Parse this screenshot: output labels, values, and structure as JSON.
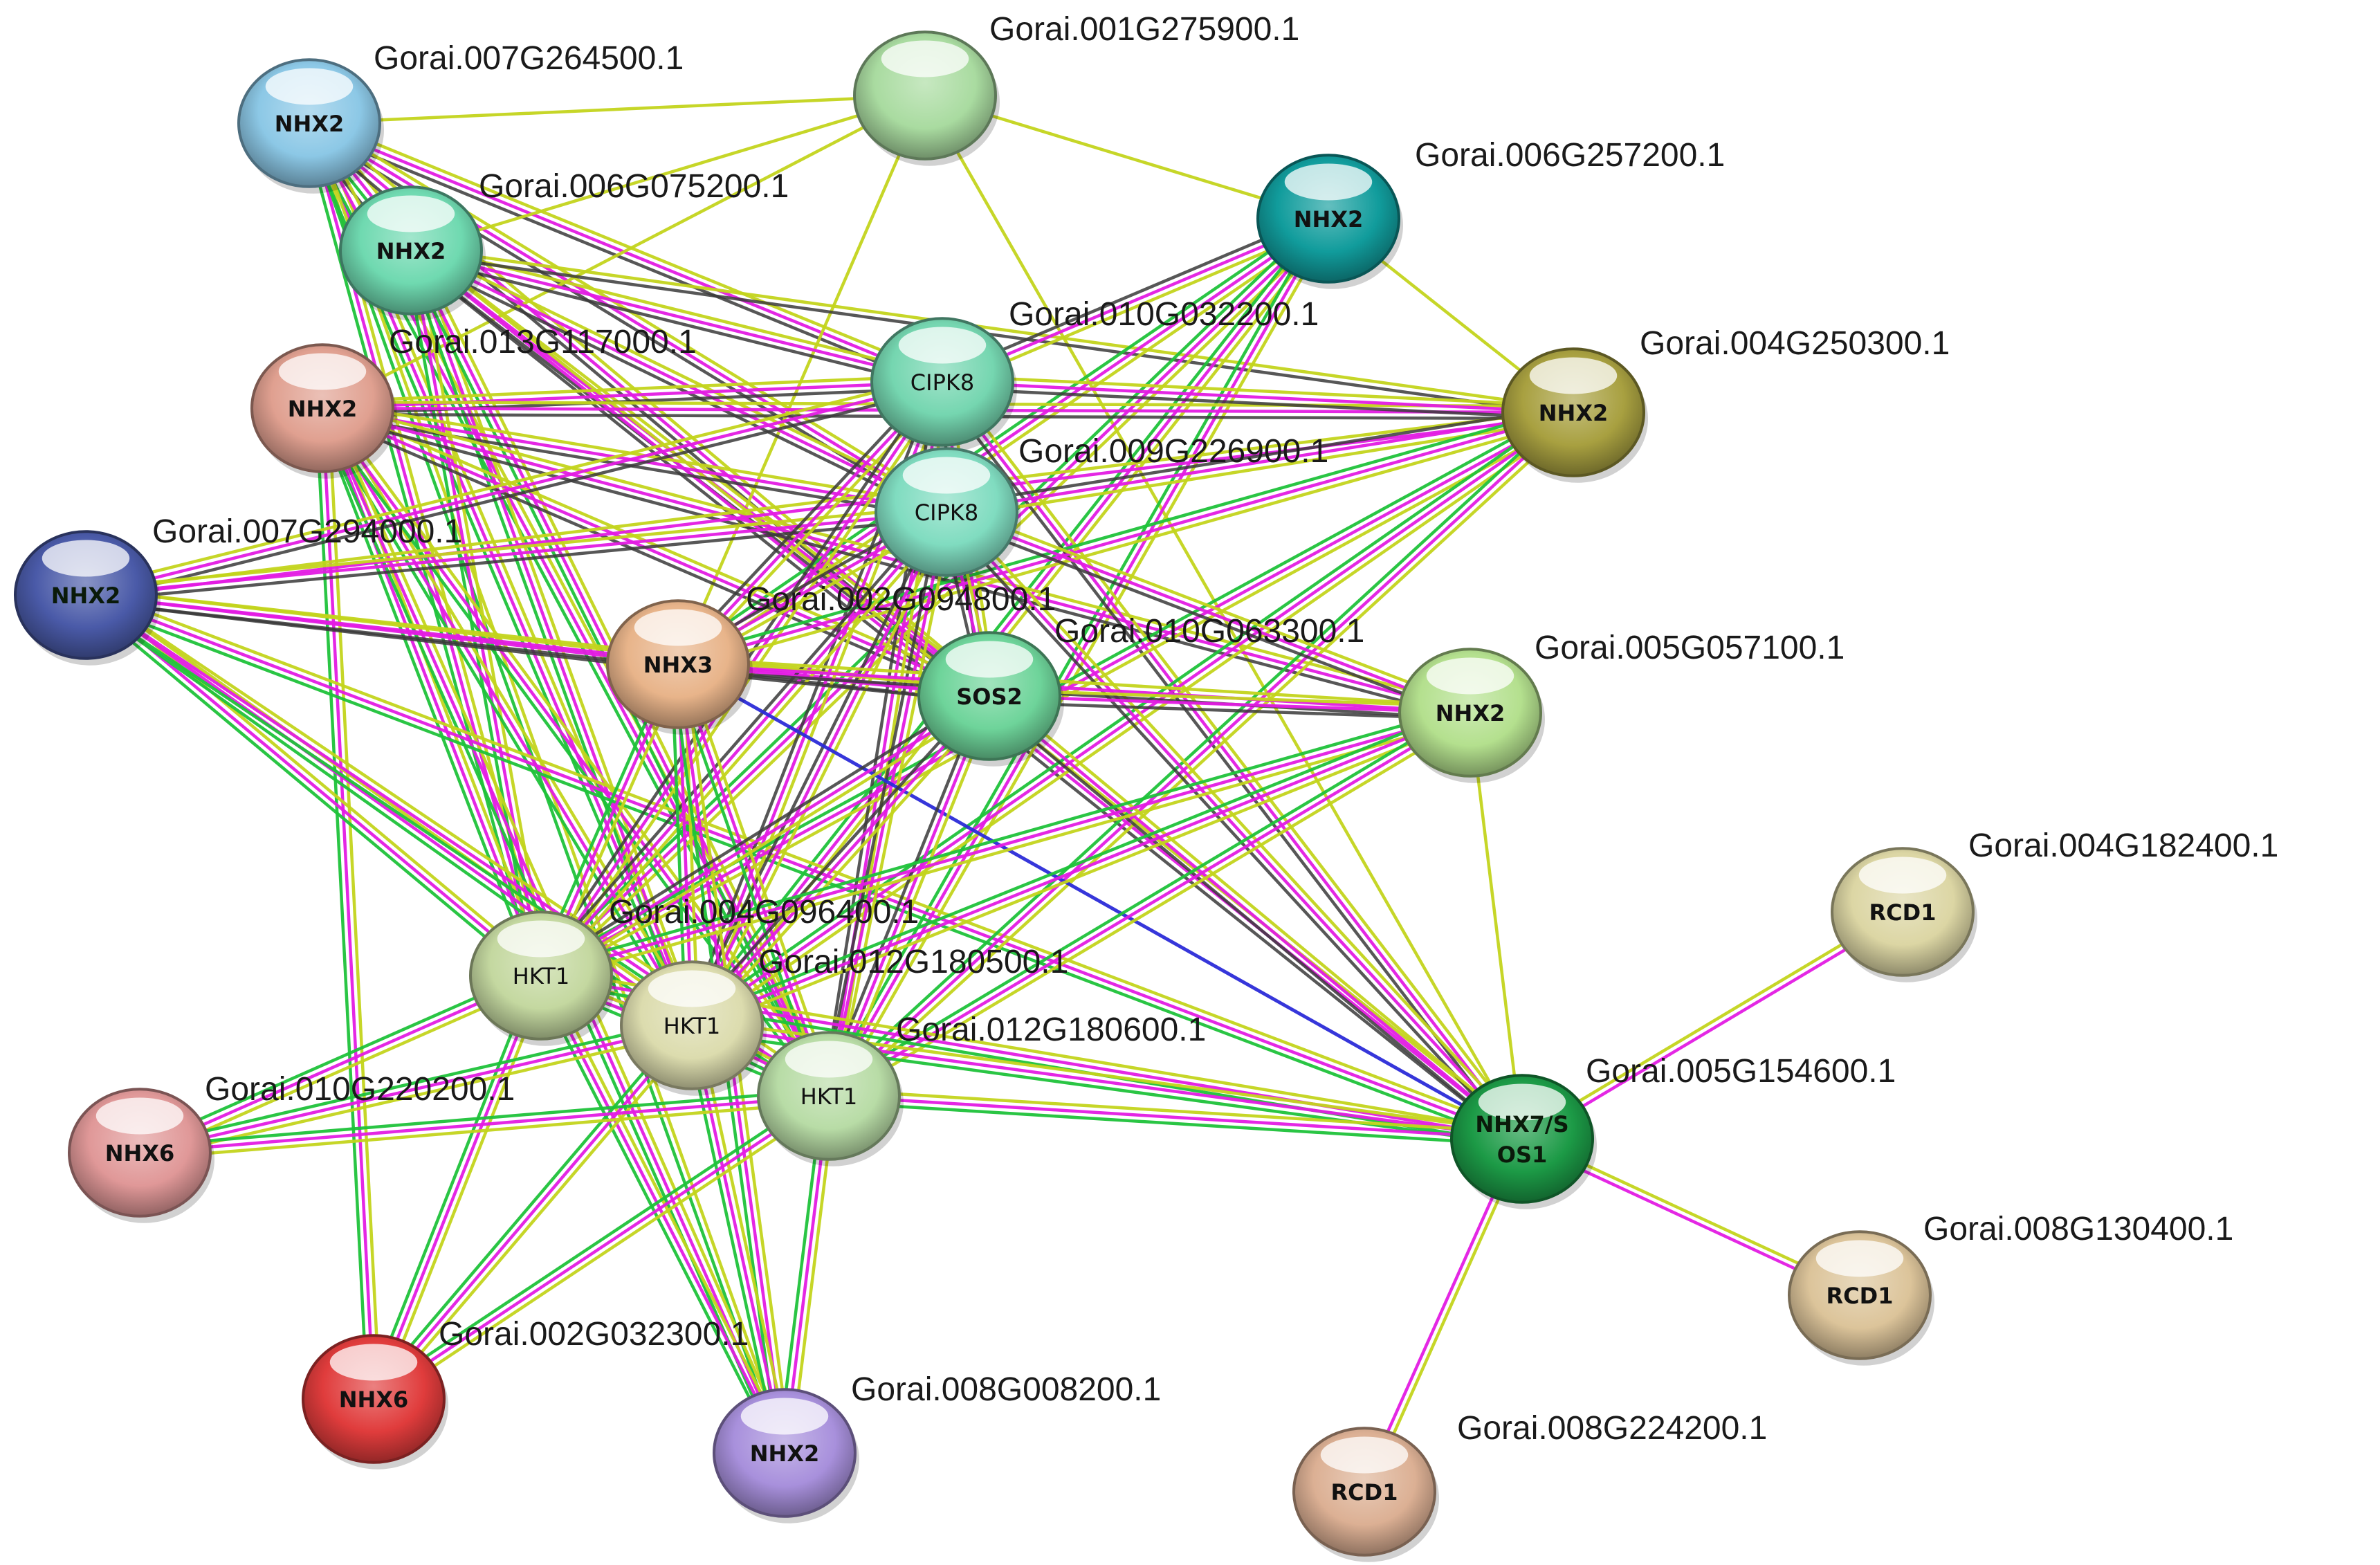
{
  "edge_colors": {
    "yellowgreen": "#c3d41c",
    "magenta": "#e31be3",
    "green": "#1fc23a",
    "dark": "#3a3a3a",
    "blue": "#2b2bd8"
  },
  "nodes": [
    {
      "id": "Gorai.007G264500.1",
      "label": "NHX2",
      "color": "#8cc8e6"
    },
    {
      "id": "Gorai.001G275900.1",
      "label": "",
      "color": "#a9dba0"
    },
    {
      "id": "Gorai.006G075200.1",
      "label": "NHX2",
      "color": "#6fd9b0"
    },
    {
      "id": "Gorai.006G257200.1",
      "label": "NHX2",
      "color": "#119c9c"
    },
    {
      "id": "Gorai.013G117000.1",
      "label": "NHX2",
      "color": "#e0a090"
    },
    {
      "id": "Gorai.010G032200.1",
      "label": "CIPK8",
      "color": "#75d6b0"
    },
    {
      "id": "Gorai.004G250300.1",
      "label": "NHX2",
      "color": "#a8a040"
    },
    {
      "id": "Gorai.009G226900.1",
      "label": "CIPK8",
      "color": "#80dcc0"
    },
    {
      "id": "Gorai.007G294000.1",
      "label": "NHX2",
      "color": "#4a5aa8"
    },
    {
      "id": "Gorai.002G094800.1",
      "label": "NHX3",
      "color": "#e8b48a"
    },
    {
      "id": "Gorai.010G063300.1",
      "label": "SOS2",
      "color": "#6ed49a"
    },
    {
      "id": "Gorai.005G057100.1",
      "label": "NHX2",
      "color": "#b4e08e"
    },
    {
      "id": "Gorai.004G182400.1",
      "label": "RCD1",
      "color": "#dcd6a4"
    },
    {
      "id": "Gorai.004G096400.1",
      "label": "HKT1",
      "color": "#c4d8a0"
    },
    {
      "id": "Gorai.012G180500.1",
      "label": "HKT1",
      "color": "#dcdcae"
    },
    {
      "id": "Gorai.012G180600.1",
      "label": "HKT1",
      "color": "#b8dca6"
    },
    {
      "id": "Gorai.005G154600.1",
      "label": "NHX7/SOS1",
      "label_lines": [
        "NHX7/S",
        "OS1"
      ],
      "color": "#1c9a46"
    },
    {
      "id": "Gorai.010G220200.1",
      "label": "NHX6",
      "color": "#e09898"
    },
    {
      "id": "Gorai.008G130400.1",
      "label": "RCD1",
      "color": "#dcc49a"
    },
    {
      "id": "Gorai.002G032300.1",
      "label": "NHX6",
      "color": "#e03c3c"
    },
    {
      "id": "Gorai.008G008200.1",
      "label": "NHX2",
      "color": "#a890dc"
    },
    {
      "id": "Gorai.008G224200.1",
      "label": "RCD1",
      "color": "#dcb094"
    }
  ],
  "edges": [
    [
      "Gorai.007G264500.1",
      "Gorai.001G275900.1",
      [
        "yellowgreen"
      ]
    ],
    [
      "Gorai.007G264500.1",
      "Gorai.006G075200.1",
      [
        "yellowgreen",
        "magenta",
        "green",
        "dark"
      ]
    ],
    [
      "Gorai.007G264500.1",
      "Gorai.010G032200.1",
      [
        "yellowgreen",
        "magenta",
        "dark"
      ]
    ],
    [
      "Gorai.007G264500.1",
      "Gorai.009G226900.1",
      [
        "yellowgreen",
        "magenta",
        "dark"
      ]
    ],
    [
      "Gorai.007G264500.1",
      "Gorai.010G063300.1",
      [
        "yellowgreen",
        "magenta",
        "dark"
      ]
    ],
    [
      "Gorai.007G264500.1",
      "Gorai.004G096400.1",
      [
        "yellowgreen",
        "magenta",
        "green"
      ]
    ],
    [
      "Gorai.007G264500.1",
      "Gorai.012G180500.1",
      [
        "yellowgreen",
        "magenta",
        "green"
      ]
    ],
    [
      "Gorai.007G264500.1",
      "Gorai.012G180600.1",
      [
        "yellowgreen",
        "magenta",
        "green"
      ]
    ],
    [
      "Gorai.007G264500.1",
      "Gorai.008G008200.1",
      [
        "yellowgreen",
        "green"
      ]
    ],
    [
      "Gorai.001G275900.1",
      "Gorai.006G075200.1",
      [
        "yellowgreen"
      ]
    ],
    [
      "Gorai.001G275900.1",
      "Gorai.013G117000.1",
      [
        "yellowgreen"
      ]
    ],
    [
      "Gorai.001G275900.1",
      "Gorai.006G257200.1",
      [
        "yellowgreen"
      ]
    ],
    [
      "Gorai.001G275900.1",
      "Gorai.002G094800.1",
      [
        "yellowgreen"
      ]
    ],
    [
      "Gorai.001G275900.1",
      "Gorai.005G154600.1",
      [
        "yellowgreen"
      ]
    ],
    [
      "Gorai.006G075200.1",
      "Gorai.010G032200.1",
      [
        "yellowgreen",
        "magenta",
        "dark"
      ]
    ],
    [
      "Gorai.006G075200.1",
      "Gorai.009G226900.1",
      [
        "yellowgreen",
        "magenta",
        "dark"
      ]
    ],
    [
      "Gorai.006G075200.1",
      "Gorai.004G250300.1",
      [
        "yellowgreen",
        "dark"
      ]
    ],
    [
      "Gorai.006G075200.1",
      "Gorai.010G063300.1",
      [
        "yellowgreen",
        "magenta",
        "dark"
      ]
    ],
    [
      "Gorai.006G075200.1",
      "Gorai.004G096400.1",
      [
        "yellowgreen",
        "magenta",
        "green"
      ]
    ],
    [
      "Gorai.006G075200.1",
      "Gorai.012G180500.1",
      [
        "yellowgreen",
        "magenta",
        "green"
      ]
    ],
    [
      "Gorai.006G075200.1",
      "Gorai.012G180600.1",
      [
        "yellowgreen",
        "magenta",
        "green"
      ]
    ],
    [
      "Gorai.006G075200.1",
      "Gorai.005G154600.1",
      [
        "yellowgreen",
        "magenta",
        "dark"
      ]
    ],
    [
      "Gorai.006G257200.1",
      "Gorai.010G032200.1",
      [
        "yellowgreen",
        "magenta",
        "dark"
      ]
    ],
    [
      "Gorai.006G257200.1",
      "Gorai.004G250300.1",
      [
        "yellowgreen"
      ]
    ],
    [
      "Gorai.006G257200.1",
      "Gorai.002G094800.1",
      [
        "yellowgreen",
        "magenta",
        "green"
      ]
    ],
    [
      "Gorai.006G257200.1",
      "Gorai.004G096400.1",
      [
        "yellowgreen",
        "magenta",
        "green"
      ]
    ],
    [
      "Gorai.006G257200.1",
      "Gorai.012G180500.1",
      [
        "yellowgreen",
        "magenta",
        "green"
      ]
    ],
    [
      "Gorai.006G257200.1",
      "Gorai.012G180600.1",
      [
        "yellowgreen",
        "magenta",
        "green"
      ]
    ],
    [
      "Gorai.013G117000.1",
      "Gorai.010G032200.1",
      [
        "yellowgreen",
        "magenta",
        "dark"
      ]
    ],
    [
      "Gorai.013G117000.1",
      "Gorai.004G250300.1",
      [
        "yellowgreen",
        "magenta",
        "dark"
      ]
    ],
    [
      "Gorai.013G117000.1",
      "Gorai.009G226900.1",
      [
        "yellowgreen",
        "magenta",
        "dark"
      ]
    ],
    [
      "Gorai.013G117000.1",
      "Gorai.010G063300.1",
      [
        "yellowgreen",
        "magenta",
        "dark"
      ]
    ],
    [
      "Gorai.013G117000.1",
      "Gorai.005G057100.1",
      [
        "yellowgreen",
        "magenta",
        "dark"
      ]
    ],
    [
      "Gorai.013G117000.1",
      "Gorai.004G096400.1",
      [
        "yellowgreen",
        "magenta",
        "green"
      ]
    ],
    [
      "Gorai.013G117000.1",
      "Gorai.012G180500.1",
      [
        "yellowgreen",
        "magenta",
        "green"
      ]
    ],
    [
      "Gorai.013G117000.1",
      "Gorai.012G180600.1",
      [
        "yellowgreen",
        "magenta",
        "green"
      ]
    ],
    [
      "Gorai.013G117000.1",
      "Gorai.002G032300.1",
      [
        "yellowgreen",
        "magenta",
        "green"
      ]
    ],
    [
      "Gorai.013G117000.1",
      "Gorai.008G008200.1",
      [
        "yellowgreen",
        "magenta",
        "green"
      ]
    ],
    [
      "Gorai.007G294000.1",
      "Gorai.010G032200.1",
      [
        "yellowgreen",
        "magenta",
        "dark"
      ]
    ],
    [
      "Gorai.007G294000.1",
      "Gorai.004G250300.1",
      [
        "yellowgreen",
        "magenta"
      ]
    ],
    [
      "Gorai.007G294000.1",
      "Gorai.009G226900.1",
      [
        "yellowgreen",
        "magenta",
        "dark"
      ]
    ],
    [
      "Gorai.007G294000.1",
      "Gorai.002G094800.1",
      [
        "yellowgreen",
        "magenta",
        "dark"
      ]
    ],
    [
      "Gorai.007G294000.1",
      "Gorai.010G063300.1",
      [
        "yellowgreen",
        "magenta",
        "dark"
      ]
    ],
    [
      "Gorai.007G294000.1",
      "Gorai.004G096400.1",
      [
        "yellowgreen",
        "magenta",
        "green"
      ]
    ],
    [
      "Gorai.007G294000.1",
      "Gorai.012G180500.1",
      [
        "yellowgreen",
        "magenta",
        "green"
      ]
    ],
    [
      "Gorai.007G294000.1",
      "Gorai.012G180600.1",
      [
        "yellowgreen",
        "magenta",
        "green"
      ]
    ],
    [
      "Gorai.007G294000.1",
      "Gorai.005G154600.1",
      [
        "yellowgreen",
        "magenta",
        "green"
      ]
    ],
    [
      "Gorai.010G032200.1",
      "Gorai.004G250300.1",
      [
        "yellowgreen",
        "magenta",
        "dark"
      ]
    ],
    [
      "Gorai.010G032200.1",
      "Gorai.002G094800.1",
      [
        "yellowgreen",
        "magenta",
        "dark"
      ]
    ],
    [
      "Gorai.010G032200.1",
      "Gorai.010G063300.1",
      [
        "yellowgreen",
        "magenta",
        "dark"
      ]
    ],
    [
      "Gorai.010G032200.1",
      "Gorai.004G096400.1",
      [
        "yellowgreen",
        "magenta",
        "dark"
      ]
    ],
    [
      "Gorai.010G032200.1",
      "Gorai.012G180500.1",
      [
        "yellowgreen",
        "magenta",
        "dark"
      ]
    ],
    [
      "Gorai.010G032200.1",
      "Gorai.012G180600.1",
      [
        "yellowgreen",
        "magenta",
        "dark"
      ]
    ],
    [
      "Gorai.010G032200.1",
      "Gorai.005G154600.1",
      [
        "yellowgreen",
        "magenta",
        "dark"
      ]
    ],
    [
      "Gorai.004G250300.1",
      "Gorai.009G226900.1",
      [
        "yellowgreen",
        "magenta",
        "dark"
      ]
    ],
    [
      "Gorai.004G250300.1",
      "Gorai.002G094800.1",
      [
        "yellowgreen",
        "magenta",
        "green"
      ]
    ],
    [
      "Gorai.004G250300.1",
      "Gorai.004G096400.1",
      [
        "yellowgreen",
        "magenta",
        "green"
      ]
    ],
    [
      "Gorai.004G250300.1",
      "Gorai.012G180500.1",
      [
        "yellowgreen",
        "magenta",
        "green"
      ]
    ],
    [
      "Gorai.004G250300.1",
      "Gorai.012G180600.1",
      [
        "yellowgreen",
        "magenta",
        "green"
      ]
    ],
    [
      "Gorai.009G226900.1",
      "Gorai.002G094800.1",
      [
        "yellowgreen",
        "magenta",
        "dark"
      ]
    ],
    [
      "Gorai.009G226900.1",
      "Gorai.010G063300.1",
      [
        "yellowgreen",
        "magenta",
        "dark"
      ]
    ],
    [
      "Gorai.009G226900.1",
      "Gorai.005G057100.1",
      [
        "yellowgreen",
        "magenta",
        "dark"
      ]
    ],
    [
      "Gorai.009G226900.1",
      "Gorai.004G096400.1",
      [
        "yellowgreen",
        "magenta",
        "dark"
      ]
    ],
    [
      "Gorai.009G226900.1",
      "Gorai.012G180500.1",
      [
        "yellowgreen",
        "magenta",
        "dark"
      ]
    ],
    [
      "Gorai.009G226900.1",
      "Gorai.012G180600.1",
      [
        "yellowgreen",
        "magenta",
        "dark"
      ]
    ],
    [
      "Gorai.009G226900.1",
      "Gorai.005G154600.1",
      [
        "yellowgreen",
        "magenta",
        "dark"
      ]
    ],
    [
      "Gorai.002G094800.1",
      "Gorai.010G063300.1",
      [
        "yellowgreen",
        "magenta",
        "dark"
      ]
    ],
    [
      "Gorai.002G094800.1",
      "Gorai.005G057100.1",
      [
        "yellowgreen",
        "magenta",
        "dark"
      ]
    ],
    [
      "Gorai.002G094800.1",
      "Gorai.004G096400.1",
      [
        "yellowgreen",
        "magenta",
        "green"
      ]
    ],
    [
      "Gorai.002G094800.1",
      "Gorai.012G180500.1",
      [
        "yellowgreen",
        "magenta",
        "green"
      ]
    ],
    [
      "Gorai.002G094800.1",
      "Gorai.012G180600.1",
      [
        "yellowgreen",
        "magenta",
        "green"
      ]
    ],
    [
      "Gorai.002G094800.1",
      "Gorai.005G154600.1",
      [
        "blue"
      ]
    ],
    [
      "Gorai.002G094800.1",
      "Gorai.008G008200.1",
      [
        "yellowgreen",
        "magenta",
        "green"
      ]
    ],
    [
      "Gorai.010G063300.1",
      "Gorai.005G057100.1",
      [
        "yellowgreen",
        "magenta",
        "dark"
      ]
    ],
    [
      "Gorai.010G063300.1",
      "Gorai.004G096400.1",
      [
        "yellowgreen",
        "magenta",
        "dark"
      ]
    ],
    [
      "Gorai.010G063300.1",
      "Gorai.012G180500.1",
      [
        "yellowgreen",
        "magenta",
        "dark"
      ]
    ],
    [
      "Gorai.010G063300.1",
      "Gorai.012G180600.1",
      [
        "yellowgreen",
        "magenta",
        "dark"
      ]
    ],
    [
      "Gorai.010G063300.1",
      "Gorai.005G154600.1",
      [
        "yellowgreen",
        "magenta",
        "dark"
      ]
    ],
    [
      "Gorai.005G057100.1",
      "Gorai.004G096400.1",
      [
        "yellowgreen",
        "magenta",
        "green"
      ]
    ],
    [
      "Gorai.005G057100.1",
      "Gorai.012G180500.1",
      [
        "yellowgreen",
        "magenta",
        "green"
      ]
    ],
    [
      "Gorai.005G057100.1",
      "Gorai.012G180600.1",
      [
        "yellowgreen",
        "magenta",
        "green"
      ]
    ],
    [
      "Gorai.005G057100.1",
      "Gorai.005G154600.1",
      [
        "yellowgreen"
      ]
    ],
    [
      "Gorai.004G096400.1",
      "Gorai.012G180500.1",
      [
        "yellowgreen",
        "magenta",
        "green"
      ]
    ],
    [
      "Gorai.004G096400.1",
      "Gorai.012G180600.1",
      [
        "yellowgreen",
        "magenta",
        "green"
      ]
    ],
    [
      "Gorai.004G096400.1",
      "Gorai.010G220200.1",
      [
        "yellowgreen",
        "magenta",
        "green"
      ]
    ],
    [
      "Gorai.004G096400.1",
      "Gorai.002G032300.1",
      [
        "yellowgreen",
        "magenta",
        "green"
      ]
    ],
    [
      "Gorai.004G096400.1",
      "Gorai.008G008200.1",
      [
        "yellowgreen",
        "magenta",
        "green"
      ]
    ],
    [
      "Gorai.004G096400.1",
      "Gorai.005G154600.1",
      [
        "yellowgreen",
        "magenta",
        "green"
      ]
    ],
    [
      "Gorai.012G180500.1",
      "Gorai.012G180600.1",
      [
        "yellowgreen",
        "magenta",
        "green"
      ]
    ],
    [
      "Gorai.012G180500.1",
      "Gorai.010G220200.1",
      [
        "yellowgreen",
        "magenta",
        "green"
      ]
    ],
    [
      "Gorai.012G180500.1",
      "Gorai.002G032300.1",
      [
        "yellowgreen",
        "magenta",
        "green"
      ]
    ],
    [
      "Gorai.012G180500.1",
      "Gorai.008G008200.1",
      [
        "yellowgreen",
        "magenta",
        "green"
      ]
    ],
    [
      "Gorai.012G180500.1",
      "Gorai.005G154600.1",
      [
        "yellowgreen",
        "magenta",
        "green"
      ]
    ],
    [
      "Gorai.012G180600.1",
      "Gorai.010G220200.1",
      [
        "yellowgreen",
        "magenta",
        "green"
      ]
    ],
    [
      "Gorai.012G180600.1",
      "Gorai.002G032300.1",
      [
        "yellowgreen",
        "magenta",
        "green"
      ]
    ],
    [
      "Gorai.012G180600.1",
      "Gorai.008G008200.1",
      [
        "yellowgreen",
        "magenta",
        "green"
      ]
    ],
    [
      "Gorai.012G180600.1",
      "Gorai.005G154600.1",
      [
        "yellowgreen",
        "magenta",
        "green"
      ]
    ],
    [
      "Gorai.005G154600.1",
      "Gorai.004G182400.1",
      [
        "yellowgreen",
        "magenta"
      ]
    ],
    [
      "Gorai.005G154600.1",
      "Gorai.008G130400.1",
      [
        "yellowgreen",
        "magenta"
      ]
    ],
    [
      "Gorai.005G154600.1",
      "Gorai.008G224200.1",
      [
        "yellowgreen",
        "magenta"
      ]
    ]
  ]
}
